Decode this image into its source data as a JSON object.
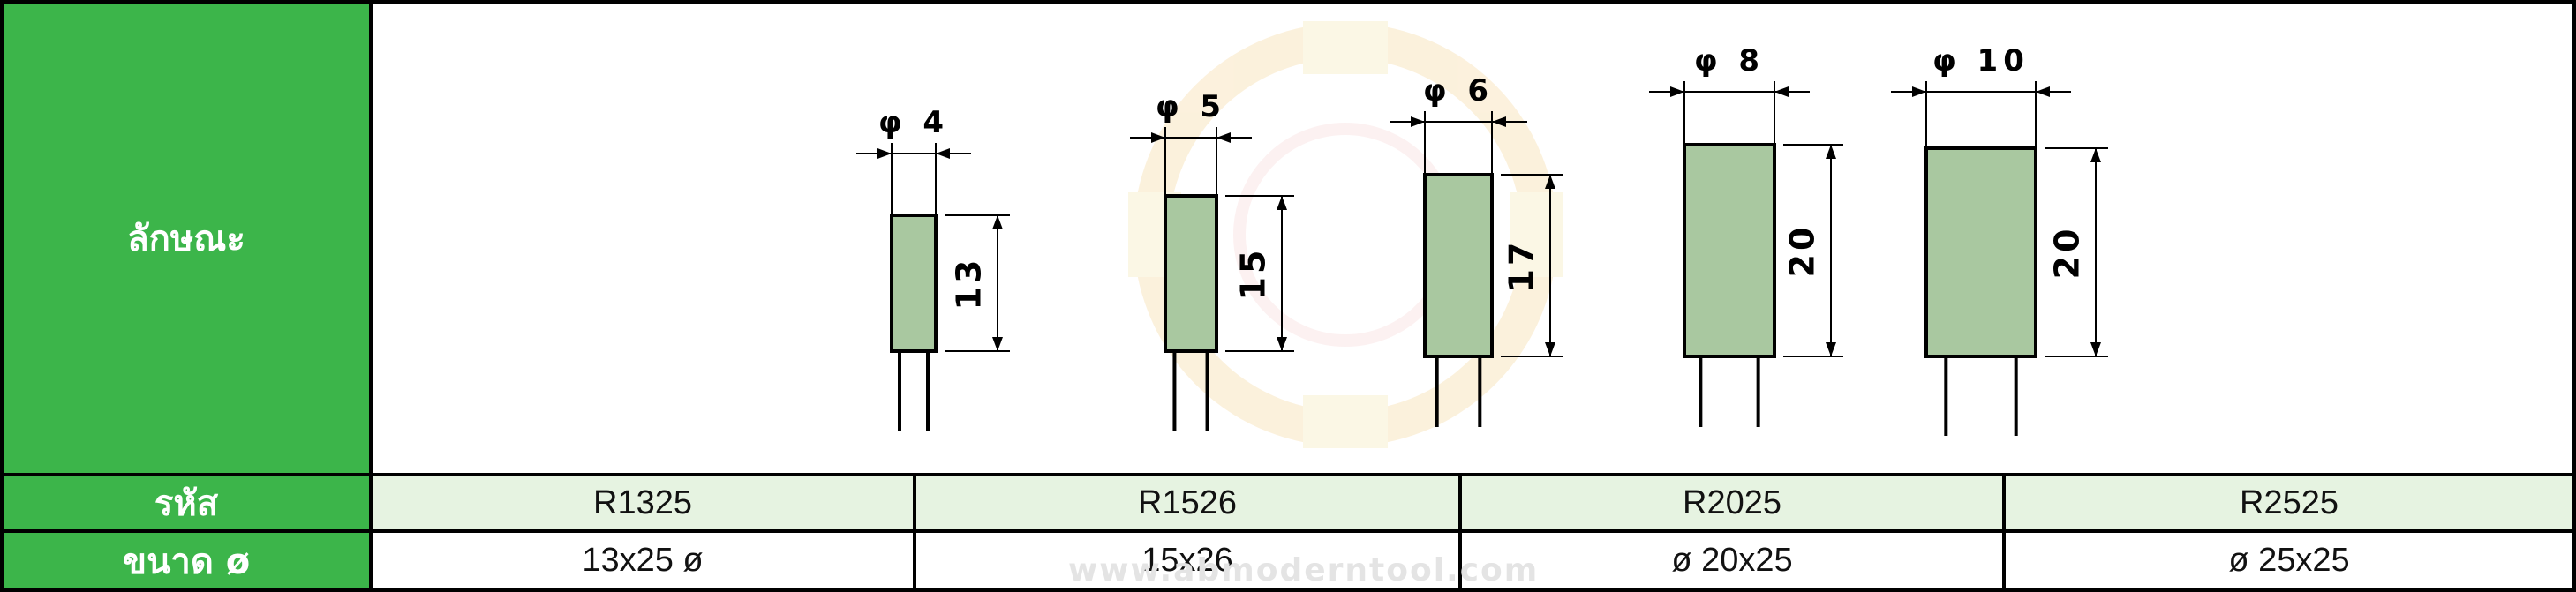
{
  "row_labels": {
    "shape": "ลักษณะ",
    "code": "รหัส",
    "size": "ขนาด ø"
  },
  "parts": [
    {
      "diameter_label": "φ 4",
      "length_label": "13"
    },
    {
      "diameter_label": "φ 5",
      "length_label": "15"
    },
    {
      "diameter_label": "φ 6",
      "length_label": "17"
    },
    {
      "diameter_label": "φ 8",
      "length_label": "20"
    },
    {
      "diameter_label": "φ 10",
      "length_label": "20"
    }
  ],
  "codes": [
    "R1325",
    "R1526",
    "R2025",
    "R2525"
  ],
  "sizes": [
    "13x25  ø",
    "15x26",
    "ø 20x25",
    "ø 25x25"
  ],
  "watermark": "www.abmoderntool.com",
  "colors": {
    "header_green": "#3cb54a",
    "code_row_bg": "#e6f3e1",
    "part_fill": "#a9c8a0"
  }
}
